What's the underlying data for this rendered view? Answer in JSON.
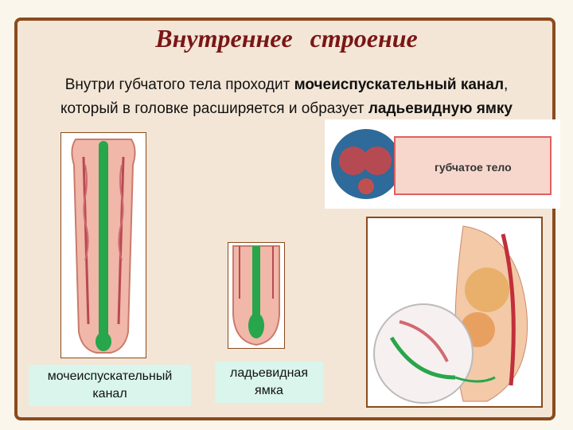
{
  "slide": {
    "title": "Внутреннее строение",
    "paragraph": {
      "line1_plain": "Внутри губчатого тела проходит ",
      "line1_bold": "мочеиспускательный канал",
      "line1_end": ",",
      "line2_plain": "который в головке расширяется и образует ",
      "line2_bold": "ладьевидную ямку"
    },
    "inset_label": "губчатое тело",
    "caption_left": "мочеиспускательный канал",
    "caption_mid": "ладьевидная ямка"
  },
  "colors": {
    "frame": "#8a4b1e",
    "title": "#7a1616",
    "tissue": "#f1b7a8",
    "urethra": "#27a64b",
    "caption_bg": "#d9f5ec"
  },
  "icons": [
    "illustration-longitudinal-section",
    "illustration-glans-section",
    "illustration-cross-section",
    "illustration-pelvis-sagittal"
  ]
}
